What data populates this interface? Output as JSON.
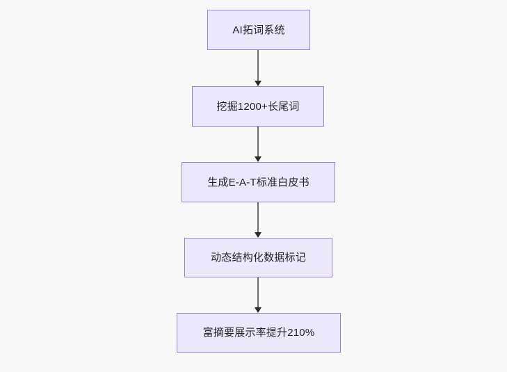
{
  "diagram": {
    "type": "flowchart",
    "direction": "top-to-bottom",
    "background_color": "#f8f8f9",
    "node_fill_color": "#ece8fb",
    "node_border_color": "#9a7fd0",
    "node_text_color": "#1f2023",
    "connector_color": "#707070",
    "arrowhead_color": "#2a2a2a",
    "nodes": [
      {
        "id": "node-1",
        "label": "AI拓词系统"
      },
      {
        "id": "node-2",
        "label": "挖掘1200+长尾词"
      },
      {
        "id": "node-3",
        "label": "生成E-A-T标准白皮书"
      },
      {
        "id": "node-4",
        "label": "动态结构化数据标记"
      },
      {
        "id": "node-5",
        "label": "富摘要展示率提升210%"
      }
    ],
    "edges": [
      {
        "id": "edge-1",
        "from": "node-1",
        "to": "node-2"
      },
      {
        "id": "edge-2",
        "from": "node-2",
        "to": "node-3"
      },
      {
        "id": "edge-3",
        "from": "node-3",
        "to": "node-4"
      },
      {
        "id": "edge-4",
        "from": "node-4",
        "to": "node-5"
      }
    ]
  }
}
